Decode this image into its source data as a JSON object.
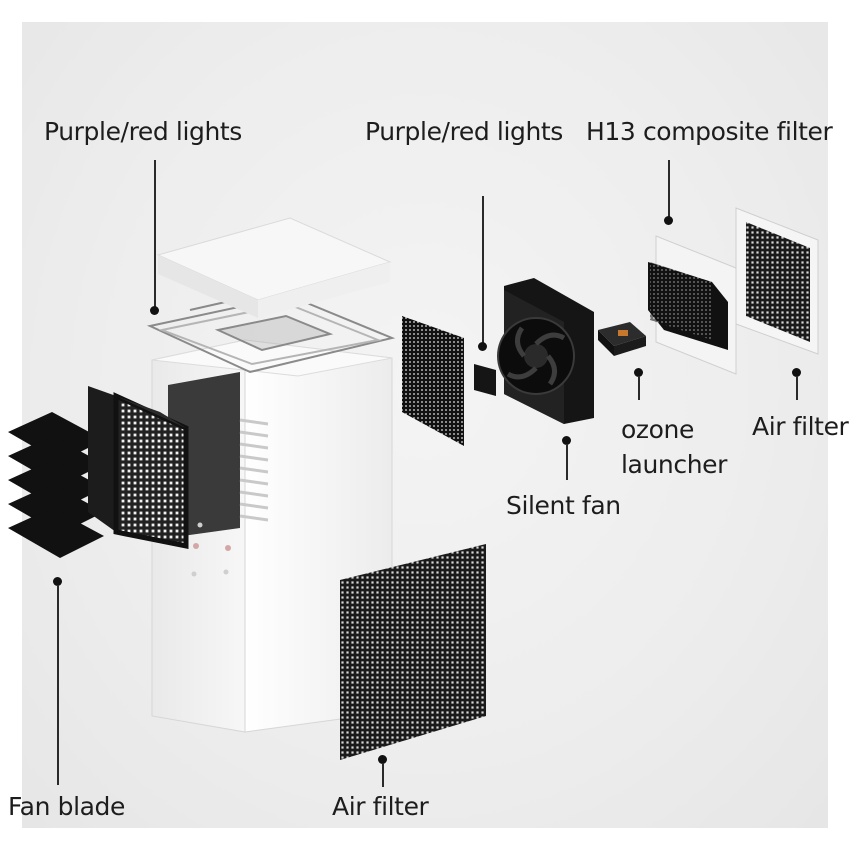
{
  "diagram": {
    "labels": {
      "lights_left": "Purple/red lights",
      "lights_right": "Purple/red lights",
      "h13_filter": "H13 composite filter",
      "ozone": "ozone\nlauncher",
      "air_filter_right": "Air filter",
      "silent_fan": "Silent fan",
      "fan_blade": "Fan blade",
      "air_filter_bottom": "Air filter"
    }
  }
}
